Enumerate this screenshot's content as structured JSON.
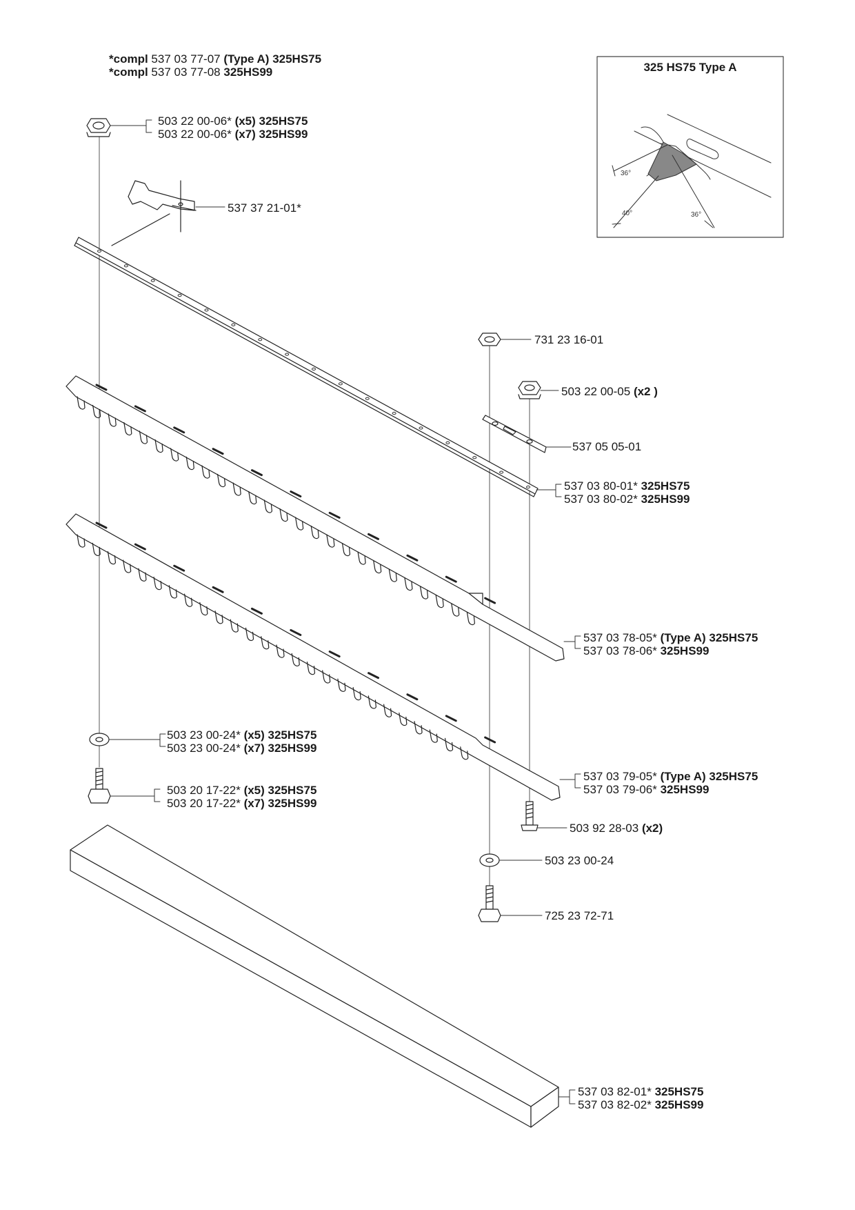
{
  "header": {
    "line1": {
      "prefix": "*compl",
      "part": "537 03 77-07",
      "bold": "(Type A) 325HS75"
    },
    "line2": {
      "prefix": "*compl",
      "part": "537 03 77-08",
      "bold": "325HS99"
    }
  },
  "inset": {
    "title": "325 HS75 Type A",
    "angles": [
      "36°",
      "40°",
      "36°"
    ]
  },
  "callouts": {
    "nut_top": [
      {
        "part": "503 22 00-06*",
        "bold": "(x5) 325HS75"
      },
      {
        "part": "503 22 00-06*",
        "bold": "(x7) 325HS99"
      }
    ],
    "guide_plate": [
      {
        "part": "537 37 21-01*",
        "bold": ""
      }
    ],
    "nut_right": [
      {
        "part": "731 23 16-01",
        "bold": ""
      }
    ],
    "nut_right2": [
      {
        "part": "503 22 00-05",
        "bold": "(x2 )"
      }
    ],
    "small_plate": [
      {
        "part": "537 05 05-01",
        "bold": ""
      }
    ],
    "strip": [
      {
        "part": "537 03 80-01*",
        "bold": "325HS75"
      },
      {
        "part": "537 03 80-02*",
        "bold": "325HS99"
      }
    ],
    "blade_upper": [
      {
        "part": "537 03 78-05*",
        "bold": "(Type A) 325HS75"
      },
      {
        "part": "537 03 78-06*",
        "bold": "325HS99"
      }
    ],
    "washer_left": [
      {
        "part": "503 23 00-24*",
        "bold": "(x5) 325HS75"
      },
      {
        "part": "503 23 00-24*",
        "bold": "(x7) 325HS99"
      }
    ],
    "bolt_left": [
      {
        "part": "503 20 17-22*",
        "bold": "(x5) 325HS75"
      },
      {
        "part": "503 20 17-22*",
        "bold": "(x7) 325HS99"
      }
    ],
    "blade_lower": [
      {
        "part": "537 03 79-05*",
        "bold": "(Type A) 325HS75"
      },
      {
        "part": "537 03 79-06*",
        "bold": "325HS99"
      }
    ],
    "screw_right": [
      {
        "part": "503 92 28-03",
        "bold": "(x2)"
      }
    ],
    "washer_right": [
      {
        "part": "503 23 00-24",
        "bold": ""
      }
    ],
    "bolt_right": [
      {
        "part": "725 23 72-71",
        "bold": ""
      }
    ],
    "guard": [
      {
        "part": "537 03 82-01*",
        "bold": "325HS75"
      },
      {
        "part": "537 03 82-02*",
        "bold": "325HS99"
      }
    ]
  }
}
